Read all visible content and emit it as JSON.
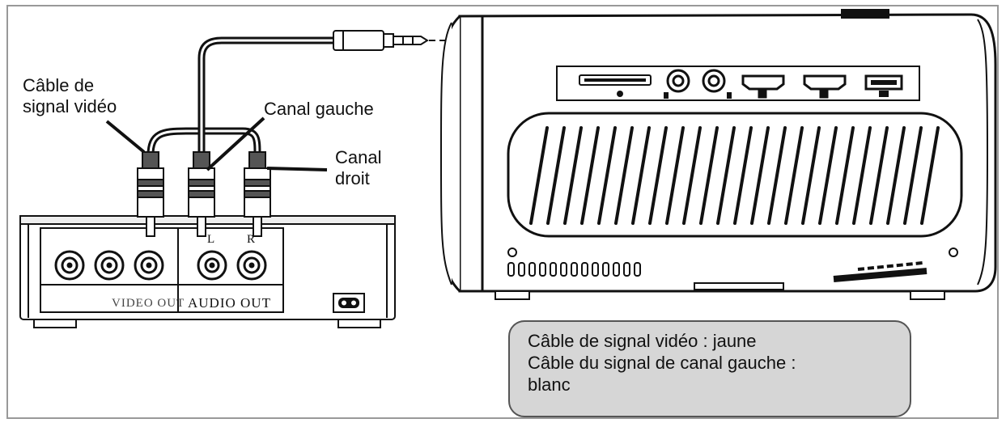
{
  "labels": {
    "video_cable": [
      "Câble de",
      "signal vidéo"
    ],
    "left_channel": "Canal gauche",
    "right_channel": [
      "Canal",
      "droit"
    ]
  },
  "player_panel": {
    "video_out": "VIDEO OUT",
    "audio_out": "AUDIO OUT",
    "left": "L",
    "right": "R"
  },
  "caption": {
    "line1": "Câble de signal vidéo : jaune",
    "line2": "Câble du signal de canal gauche :",
    "line3": "blanc"
  },
  "icons": [
    "rca-plug-icon",
    "av-jack-icon",
    "hdmi-port-icon",
    "usb-port-icon",
    "power-socket-icon"
  ]
}
